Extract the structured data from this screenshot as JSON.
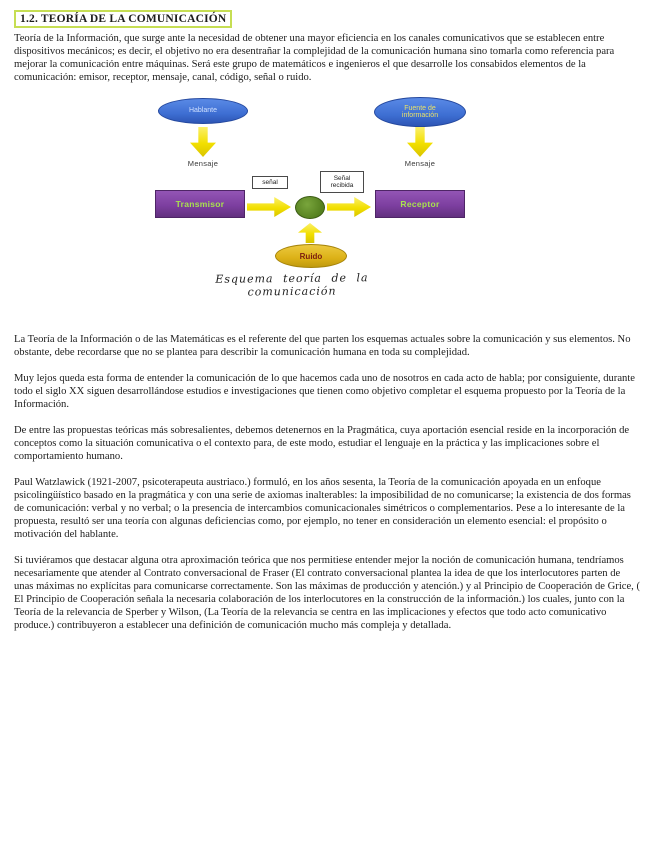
{
  "document": {
    "title": "1.2. TEORÍA DE LA COMUNICACIÓN",
    "paragraphs": {
      "p1": "Teoría de la Información, que surge ante la necesidad de obtener una mayor eficiencia en los canales comunicativos que se establecen entre dispositivos mecánicos; es decir, el objetivo no era desentrañar la complejidad de la comunicación humana sino tomarla como referencia para mejorar la comunicación entre máquinas. Será este grupo de matemáticos e ingenieros el que desarrolle los consabidos elementos de la comunicación: emisor, receptor, mensaje, canal, código, señal o ruido.",
      "p2": "La Teoría de la Información o de las Matemáticas es el referente del que parten los esquemas actuales sobre la comunicación y sus elementos. No obstante, debe recordarse que no se plantea para describir la comunicación humana en toda su complejidad.",
      "p3": "Muy lejos queda esta forma de entender la comunicación de lo que hacemos cada uno de nosotros en cada acto de habla; por consiguiente, durante todo el siglo XX siguen desarrollándose estudios e investigaciones que tienen como objetivo completar el esquema propuesto por la Teoría de la Información.",
      "p4": "De entre las propuestas teóricas más sobresalientes, debemos detenernos en la Pragmática, cuya aportación esencial reside en la incorporación de conceptos como la situación comunicativa o el contexto para, de este modo, estudiar el lenguaje en la práctica y las implicaciones sobre el comportamiento humano.",
      "p5": "Paul Watzlawick (1921-2007, psicoterapeuta austriaco.) formuló, en los años sesenta, la Teoría de la comunicación apoyada en un enfoque psicolingüístico basado en la pragmática y con una serie de axiomas inalterables: la imposibilidad de no comunicarse; la existencia de dos formas de comunicación: verbal y no verbal; o la presencia de intercambios comunicacionales simétricos o complementarios. Pese a lo interesante de la propuesta, resultó ser una teoría con algunas deficiencias como, por ejemplo, no tener en consideración un elemento esencial: el propósito o motivación del hablante.",
      "p6": "Si tuviéramos que destacar alguna otra aproximación teórica que nos permitiese entender mejor la noción de comunicación humana, tendríamos necesariamente que atender al Contrato conversacional de Fraser (El contrato conversacional plantea la idea de que los interlocutores parten de unas máximas no explícitas para comunicarse correctamente. Son las máximas de producción y atención.) y al Principio de Cooperación de Grice, ( El Principio de Cooperación señala la necesaria colaboración de los interlocutores en la construcción de la información.) los cuales, junto con la Teoría de la relevancia de Sperber y Wilson, (La Teoría de la relevancia se centra en las implicaciones y efectos que todo acto comunicativo produce.) contribuyeron a establecer una definición de comunicación mucho más compleja y detallada."
    }
  },
  "diagram": {
    "speaker": "Hablante",
    "info_source": "Fuente de información",
    "message_left": "Mensaje",
    "message_right": "Mensaje",
    "transmitter": "Transmisor",
    "receiver": "Receptor",
    "signal": "señal",
    "signal_received": "Señal recibida",
    "noise": "Ruido",
    "caption": "Esquema teoría de la comunicación",
    "colors": {
      "title-box-green": "#c6de53",
      "node-blue": "#3e6fd3",
      "arrow-yellow": "#f2df00",
      "box-purple": "#7d3fa0",
      "box-label-green": "#a8e24e",
      "channel-green": "#55801f",
      "noise-gold": "#dcb117"
    }
  }
}
